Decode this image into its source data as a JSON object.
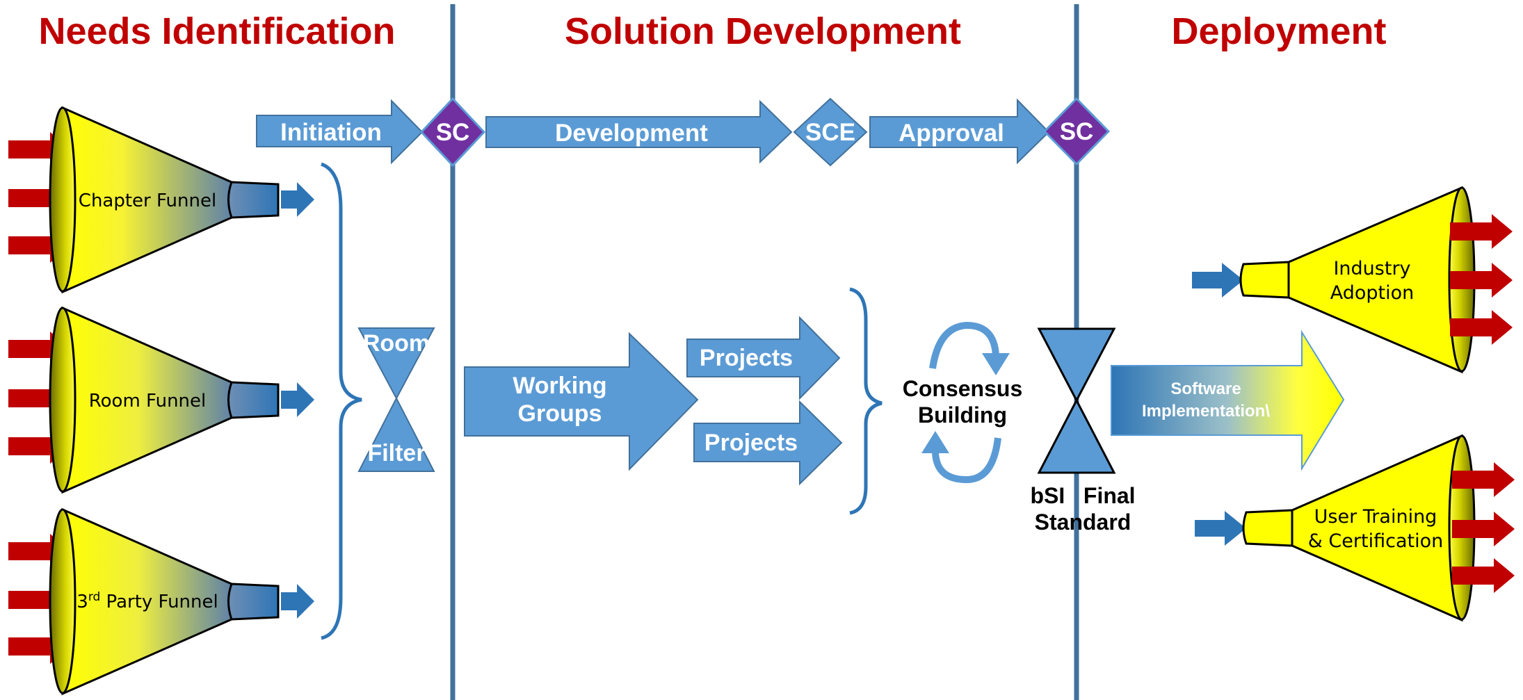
{
  "phases": {
    "needs": "Needs Identification",
    "solution": "Solution Development",
    "deployment": "Deployment"
  },
  "process_arrows": {
    "initiation": "Initiation",
    "development": "Development",
    "approval": "Approval"
  },
  "gates": {
    "sc1": "SC",
    "sce": "SCE",
    "sc2": "SC"
  },
  "funnels": {
    "chapter": "Chapter Funnel",
    "room": "Room Funnel",
    "third_party_number": "3",
    "third_party_sup": "rd",
    "third_party_rest": " Party Funnel"
  },
  "room_filter": {
    "top": "Room",
    "bottom": "Filter"
  },
  "working_groups": {
    "line1": "Working",
    "line2": "Groups"
  },
  "projects": {
    "p1": "Projects",
    "p2": "Projects"
  },
  "consensus": {
    "line1": "Consensus",
    "line2": "Building"
  },
  "final_standard": {
    "line1": "bSI   Final",
    "line2": "Standard"
  },
  "software": {
    "line1": "Software",
    "line2": "Implementation\\"
  },
  "outputs": {
    "industry_line1": "Industry",
    "industry_line2": "Adoption",
    "training_line1": "User Training",
    "training_line2": "& Certification"
  },
  "colors": {
    "phase_title": "#c00000",
    "arrow_blue": "#5b9bd5",
    "dark_blue": "#2e75b6",
    "divider": "#41719c",
    "gate_purple": "#7030a0",
    "funnel_yellow": "#ffff00",
    "input_red": "#c00000"
  }
}
